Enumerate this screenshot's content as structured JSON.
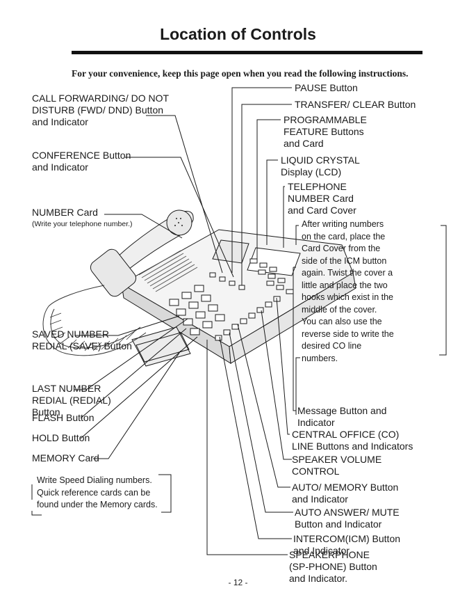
{
  "title": "Location of Controls",
  "intro": "For your convenience, keep this page open when you read the following instructions.",
  "left_labels": {
    "fwd_dnd": [
      "CALL FORWARDING/ DO NOT",
      "DISTURB (FWD/ DND) Button",
      "and Indicator"
    ],
    "conference": [
      "CONFERENCE Button",
      "and Indicator"
    ],
    "number_card": "NUMBER Card",
    "number_card_note": "(Write your telephone number.)",
    "saved_number": [
      "SAVED NUMBER",
      "REDIAL (SAVE) Button"
    ],
    "last_number": [
      "LAST NUMBER",
      "REDIAL (REDIAL)",
      "Button"
    ],
    "flash": "FLASH Button",
    "hold": "HOLD Button",
    "memory_card": "MEMORY Card",
    "memory_note": [
      "Write Speed Dialing numbers.",
      "Quick reference cards can be",
      "found under the Memory cards."
    ]
  },
  "right_labels": {
    "pause": "PAUSE Button",
    "transfer": "TRANSFER/ CLEAR Button",
    "programmable": [
      "PROGRAMMABLE",
      "FEATURE Buttons",
      "and Card"
    ],
    "lcd": [
      "LIQUID CRYSTAL",
      "Display (LCD)"
    ],
    "tel_number": [
      "TELEPHONE",
      "NUMBER Card",
      "and Card Cover"
    ],
    "card_cover_note": [
      "After writing numbers",
      "on the card, place the",
      "Card Cover from the",
      "side of the ICM button",
      "again. Twist the cover a",
      "little and place the two",
      "hooks which exist in the",
      "middle of the cover.",
      "You can also use the",
      "reverse side to write the",
      "desired CO line",
      "numbers."
    ],
    "message": [
      "Message Button and",
      "Indicator"
    ],
    "co_line": [
      "CENTRAL OFFICE (CO)",
      "LINE Buttons and Indicators"
    ],
    "speaker_volume": [
      "SPEAKER VOLUME",
      "CONTROL"
    ],
    "auto_memory": [
      "AUTO/ MEMORY Button",
      "and Indicator"
    ],
    "auto_answer": [
      "AUTO ANSWER/ MUTE",
      "Button and Indicator"
    ],
    "intercom": [
      "INTERCOM(ICM) Button",
      "and Indicator"
    ],
    "speakerphone": [
      "SPEAKERPHONE",
      "(SP-PHONE) Button",
      "and Indicator."
    ]
  },
  "page_number": "- 12 -"
}
